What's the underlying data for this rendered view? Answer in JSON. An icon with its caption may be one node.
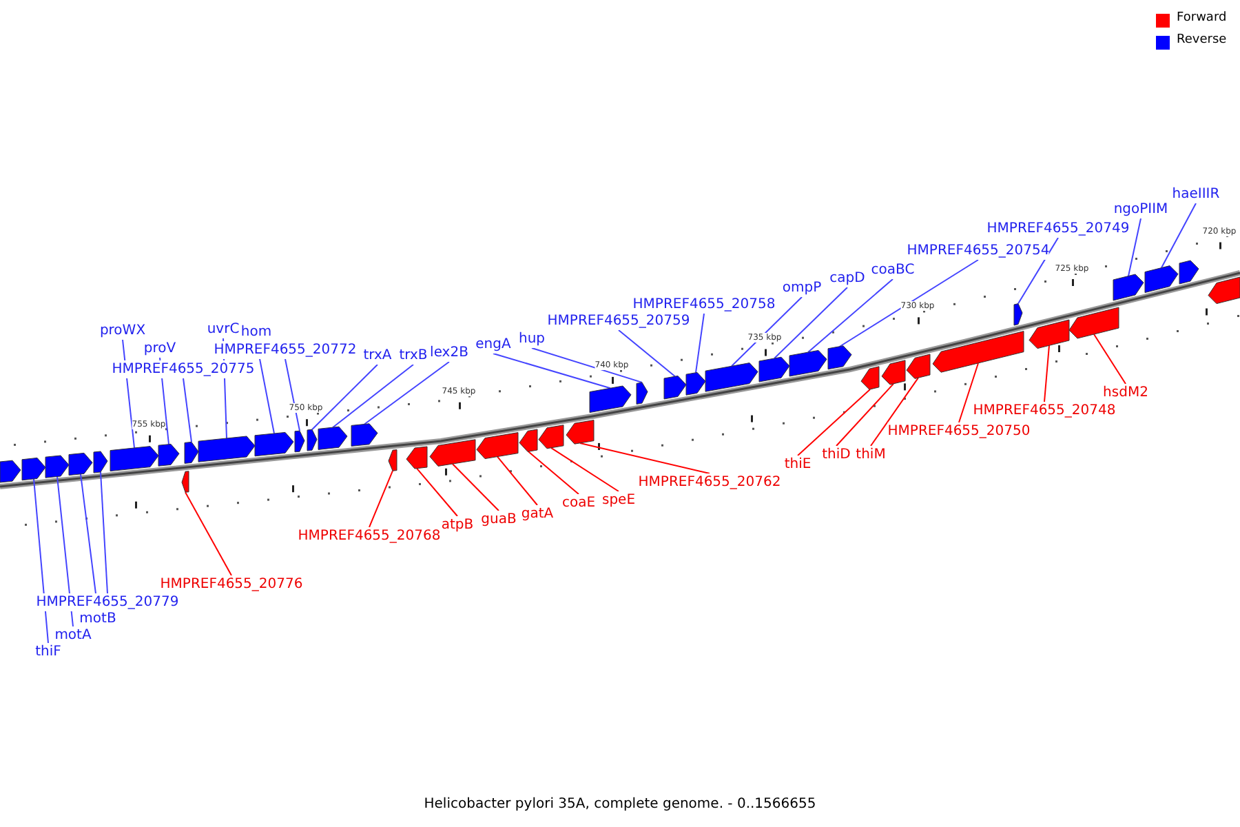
{
  "diagram": {
    "caption": "Helicobacter pylori 35A, complete genome. - 0..1566655",
    "nodes": [
      {
        "text": [
          "proWX"
        ]
      },
      {
        "text": [
          "proV"
        ]
      },
      {
        "text": [
          "HMPREF4655_20775"
        ]
      },
      {
        "text": [
          "uvrC"
        ]
      },
      {
        "text": [
          "hom"
        ]
      },
      {
        "text": [
          "HMPREF4655_20772"
        ]
      },
      {
        "text": [
          "trxA"
        ]
      },
      {
        "text": [
          "trxB"
        ]
      },
      {
        "text": [
          "lex2B"
        ]
      },
      {
        "text": [
          "engA"
        ]
      },
      {
        "text": [
          "hup"
        ]
      },
      {
        "text": [
          "HMPREF4655_20759"
        ]
      },
      {
        "text": [
          "HMPREF4655_20758"
        ]
      },
      {
        "text": [
          "ompP"
        ]
      },
      {
        "text": [
          "capD"
        ]
      },
      {
        "text": [
          "coaBC"
        ]
      },
      {
        "text": [
          "HMPREF4655_20754"
        ]
      },
      {
        "text": [
          "HMPREF4655_20749"
        ]
      },
      {
        "text": [
          "ngoPIIM"
        ]
      },
      {
        "text": [
          "haeIIIR"
        ]
      },
      {
        "text": [
          "thiF"
        ]
      },
      {
        "text": [
          "motA"
        ]
      },
      {
        "text": [
          "motB"
        ]
      },
      {
        "text": [
          "HMPREF4655_20779"
        ]
      },
      {
        "text": [
          "HMPREF4655_20776"
        ]
      },
      {
        "text": [
          "HMPREF4655_20768"
        ]
      },
      {
        "text": [
          "atpB"
        ]
      },
      {
        "text": [
          "guaB"
        ]
      },
      {
        "text": [
          "gatA"
        ]
      },
      {
        "text": [
          "coaE"
        ]
      },
      {
        "text": [
          "speE"
        ]
      },
      {
        "text": [
          "HMPREF4655_20762"
        ]
      },
      {
        "text": [
          "thiE"
        ]
      },
      {
        "text": [
          "thiD"
        ]
      },
      {
        "text": [
          "thiM"
        ]
      },
      {
        "text": [
          "HMPREF4655_20750"
        ]
      },
      {
        "text": [
          "HMPREF4655_20748"
        ]
      },
      {
        "text": [
          "hsdM2"
        ]
      },
      {
        "text": [],
        "shape": "arrow"
      },
      {
        "text": [],
        "shape": "arrow"
      },
      {
        "text": [],
        "shape": "arrow"
      },
      {
        "text": [],
        "shape": "arrow"
      },
      {
        "text": [],
        "shape": "arrow"
      },
      {
        "text": [],
        "shape": "arrow"
      },
      {
        "text": [],
        "shape": "arrow"
      },
      {
        "text": [],
        "shape": "arrow"
      },
      {
        "text": [],
        "shape": "arrow"
      },
      {
        "text": [],
        "shape": "arrow"
      },
      {
        "text": [],
        "shape": "arrow"
      },
      {
        "text": [],
        "shape": "arrow"
      },
      {
        "text": [],
        "shape": "arrow"
      },
      {
        "text": [],
        "shape": "arrow"
      },
      {
        "text": [],
        "shape": "arrow"
      },
      {
        "text": [],
        "shape": "arrow"
      },
      {
        "text": [],
        "shape": "arrow"
      },
      {
        "text": [],
        "shape": "arrow"
      },
      {
        "text": [],
        "shape": "arrow"
      },
      {
        "text": [],
        "shape": "arrow"
      },
      {
        "text": [],
        "shape": "arrow"
      },
      {
        "text": [],
        "shape": "arrow"
      },
      {
        "text": [],
        "shape": "arrow"
      },
      {
        "text": [],
        "shape": "arrow"
      },
      {
        "text": [],
        "shape": "arrow"
      },
      {
        "text": [],
        "shape": "arrow"
      },
      {
        "text": [],
        "shape": "arrow"
      },
      {
        "text": [],
        "shape": "arrow"
      },
      {
        "text": [],
        "shape": "arrow"
      },
      {
        "text": [],
        "shape": "arrow"
      },
      {
        "text": [],
        "shape": "arrow"
      },
      {
        "text": [],
        "shape": "arrow"
      },
      {
        "text": [],
        "shape": "arrow"
      },
      {
        "text": [],
        "shape": "arrow"
      },
      {
        "text": [],
        "shape": "arrow"
      },
      {
        "text": [],
        "shape": "arrow"
      },
      {
        "text": [],
        "shape": "arrow"
      },
      {
        "text": [],
        "shape": "arrow"
      },
      {
        "text": [],
        "shape": "arrow"
      },
      {
        "text": [],
        "shape": "arrow"
      },
      {
        "text": [],
        "shape": "arrow"
      }
    ],
    "edges": [
      {
        "from": 0,
        "to": 43,
        "arrow": "none"
      },
      {
        "from": 1,
        "to": 44,
        "arrow": "none"
      },
      {
        "from": 2,
        "to": 46,
        "arrow": "none"
      },
      {
        "from": 3,
        "to": 47,
        "arrow": "none"
      },
      {
        "from": 4,
        "to": 48,
        "arrow": "none"
      },
      {
        "from": 5,
        "to": 49,
        "arrow": "none"
      },
      {
        "from": 6,
        "to": 50,
        "arrow": "none"
      },
      {
        "from": 7,
        "to": 51,
        "arrow": "none"
      },
      {
        "from": 8,
        "to": 52,
        "arrow": "none"
      },
      {
        "from": 9,
        "to": 60,
        "arrow": "none"
      },
      {
        "from": 10,
        "to": 61,
        "arrow": "none"
      },
      {
        "from": 11,
        "to": 62,
        "arrow": "none"
      },
      {
        "from": 12,
        "to": 63,
        "arrow": "none"
      },
      {
        "from": 13,
        "to": 64,
        "arrow": "none"
      },
      {
        "from": 14,
        "to": 65,
        "arrow": "none"
      },
      {
        "from": 15,
        "to": 66,
        "arrow": "none"
      },
      {
        "from": 16,
        "to": 67,
        "arrow": "none"
      },
      {
        "from": 17,
        "to": 72,
        "arrow": "none"
      },
      {
        "from": 18,
        "to": 75,
        "arrow": "none"
      },
      {
        "from": 19,
        "to": 76,
        "arrow": "none"
      },
      {
        "from": 20,
        "to": 39,
        "arrow": "none"
      },
      {
        "from": 21,
        "to": 40,
        "arrow": "none"
      },
      {
        "from": 22,
        "to": 41,
        "arrow": "none"
      },
      {
        "from": 23,
        "to": 42,
        "arrow": "none"
      },
      {
        "from": 24,
        "to": 45,
        "arrow": "none",
        "color": "#ff0000"
      },
      {
        "from": 25,
        "to": 53,
        "arrow": "none",
        "color": "#ff0000"
      },
      {
        "from": 26,
        "to": 54,
        "arrow": "none",
        "color": "#ff0000"
      },
      {
        "from": 27,
        "to": 55,
        "arrow": "none",
        "color": "#ff0000"
      },
      {
        "from": 28,
        "to": 56,
        "arrow": "none",
        "color": "#ff0000"
      },
      {
        "from": 29,
        "to": 57,
        "arrow": "none",
        "color": "#ff0000"
      },
      {
        "from": 30,
        "to": 58,
        "arrow": "none",
        "color": "#ff0000"
      },
      {
        "from": 31,
        "to": 59,
        "arrow": "none",
        "color": "#ff0000"
      },
      {
        "from": 32,
        "to": 68,
        "arrow": "none",
        "color": "#ff0000"
      },
      {
        "from": 33,
        "to": 69,
        "arrow": "none",
        "color": "#ff0000"
      },
      {
        "from": 34,
        "to": 70,
        "arrow": "none",
        "color": "#ff0000"
      },
      {
        "from": 35,
        "to": 71,
        "arrow": "none",
        "color": "#ff0000"
      },
      {
        "from": 36,
        "to": 73,
        "arrow": "none",
        "color": "#ff0000"
      },
      {
        "from": 37,
        "to": 74,
        "arrow": "none",
        "color": "#ff0000"
      }
    ],
    "labels": [
      "755 kbp",
      "750 kbp",
      "745 kbp",
      "740 kbp",
      "735 kbp",
      "730 kbp",
      "725 kbp",
      "720 kbp"
    ],
    "legend": [
      {
        "text": "Forward",
        "color": "#ff0000"
      },
      {
        "text": "Reverse",
        "color": "#0000ff"
      }
    ]
  }
}
